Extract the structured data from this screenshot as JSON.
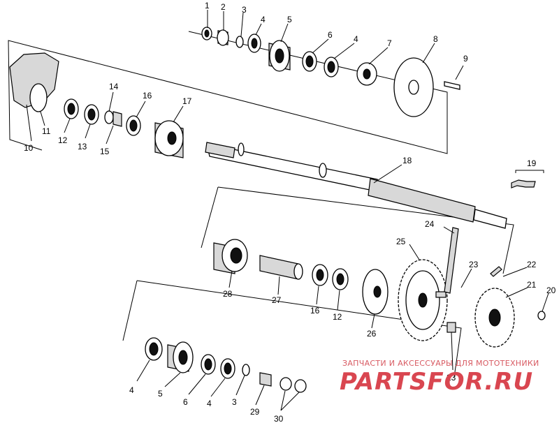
{
  "diagram": {
    "callouts": {
      "n1": "1",
      "n2": "2",
      "n3": "3",
      "n4a": "4",
      "n5": "5",
      "n6": "6",
      "n4b": "4",
      "n7": "7",
      "n8": "8",
      "n9": "9",
      "n10": "10",
      "n11": "11",
      "n12": "12",
      "n13": "13",
      "n14": "14",
      "n15": "15",
      "n16": "16",
      "n17": "17",
      "n18": "18",
      "n19": "19",
      "n20": "20",
      "n21": "21",
      "n22": "22",
      "n23a": "23",
      "n24": "24",
      "n25": "25",
      "n26": "26",
      "n27": "27",
      "n28": "28",
      "n16b": "16",
      "n12b": "12",
      "n23b": "23",
      "n4c": "4",
      "n5b": "5",
      "n6b": "6",
      "n4d": "4",
      "n3b": "3",
      "n29": "29",
      "n30": "30"
    }
  },
  "watermark": {
    "tagline": "ЗАПЧАСТИ И АКСЕССУАРЫ ДЛЯ МОТОТЕХНИКИ",
    "brand": "PARTSFOR.RU",
    "brand_color": "#d94650"
  }
}
